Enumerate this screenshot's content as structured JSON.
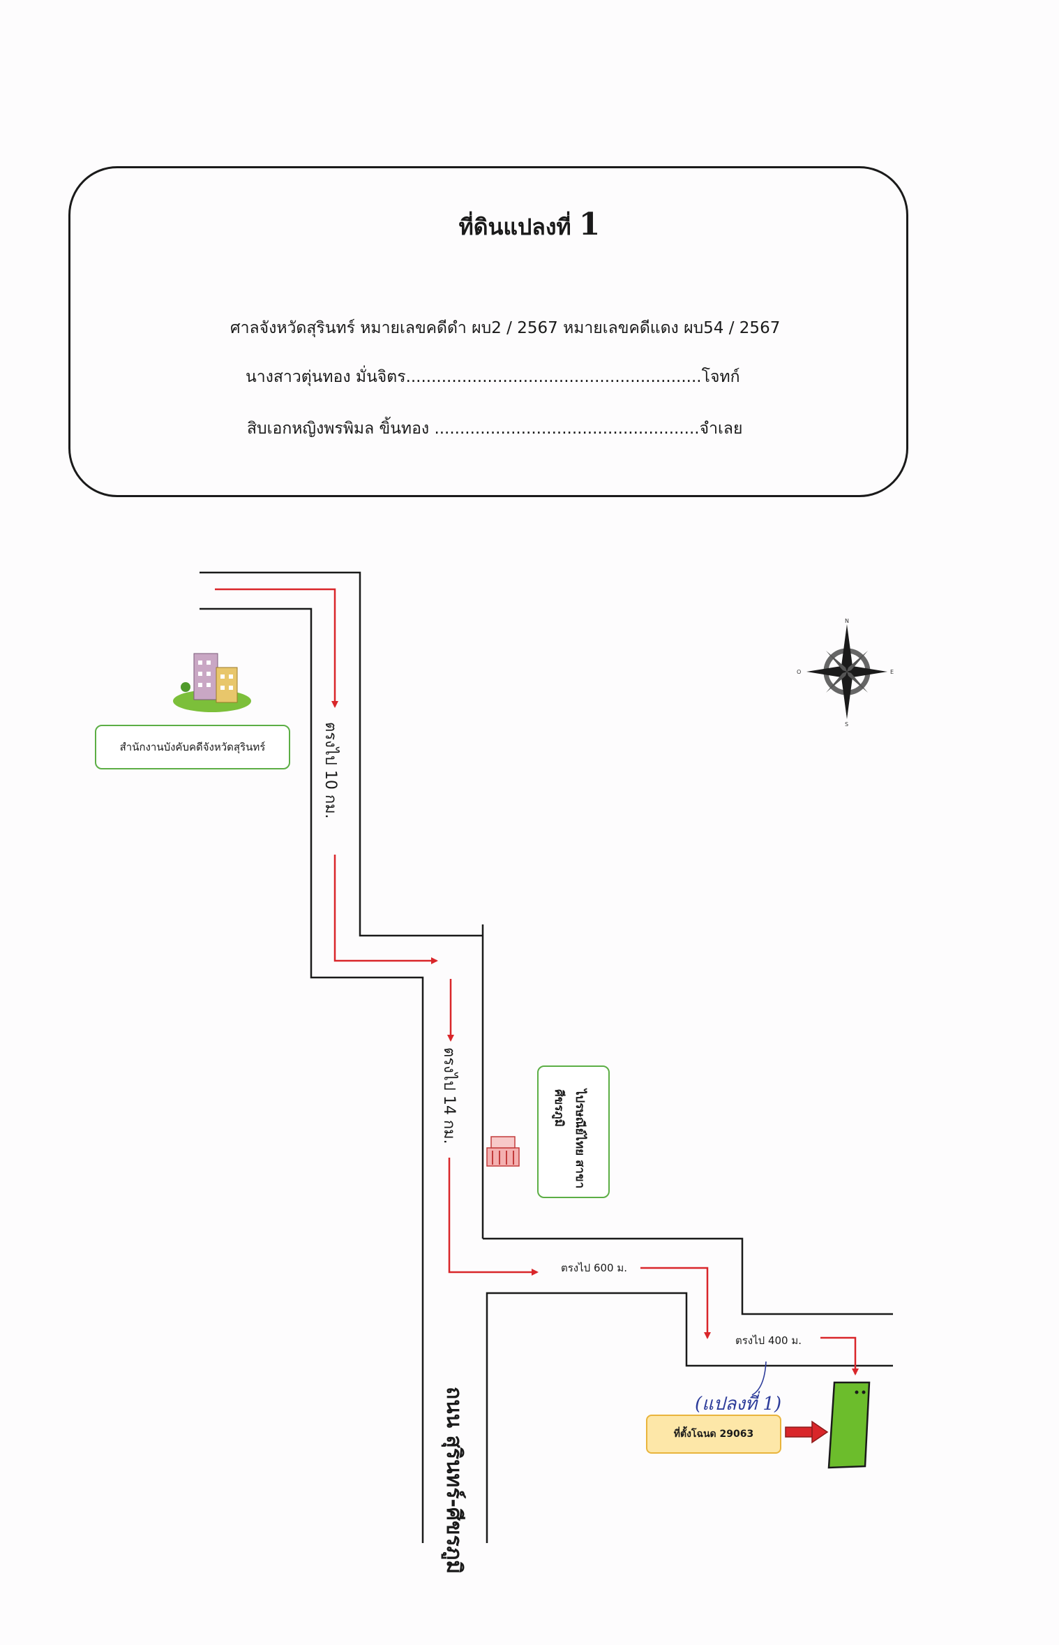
{
  "header": {
    "title": "ที่ดินแปลงที่",
    "parcel_number": "1",
    "case_line": "ศาลจังหวัดสุรินทร์ หมายเลขคดีดำ ผบ2 / 2567 หมายเลขคดีแดง ผบ54 / 2567",
    "plaintiff_name": "นางสาวตุ่นทอง มั่นจิตร",
    "plaintiff_dots": "..........................................................",
    "plaintiff_role": "โจทก์",
    "defendant_name": "สิบเอกหญิงพรพิมล ขิ้นทอง",
    "defendant_dots": "....................................................",
    "defendant_role": "จำเลย"
  },
  "compass": {
    "n": "N",
    "s": "S",
    "e": "E",
    "w": "O"
  },
  "landmarks": {
    "office_label": "สำนักงานบังคับคดีจังหวัดสุรินทร์",
    "post_office_label": "ไปรษณีย์ไทย สาขาศีขรภูมิ",
    "parcel_label": "ที่ตั้งโฉนด  29063",
    "handwritten_note": "(แปลงที่ 1)"
  },
  "directions": {
    "leg1": "ตรงไป 10 กม.",
    "leg2": "ตรงไป 14 กม.",
    "leg3": "ตรงไป 600 ม.",
    "leg4": "ตรงไป 400 ม."
  },
  "road_name": "ถนน สุรินทร์-ศีขรภูมิ",
  "colors": {
    "route": "#d9262a",
    "road": "#1a1a1a",
    "parcel": "#6cbd2c",
    "label_border": "#5cae45",
    "label_orange": "#fde7a8"
  }
}
